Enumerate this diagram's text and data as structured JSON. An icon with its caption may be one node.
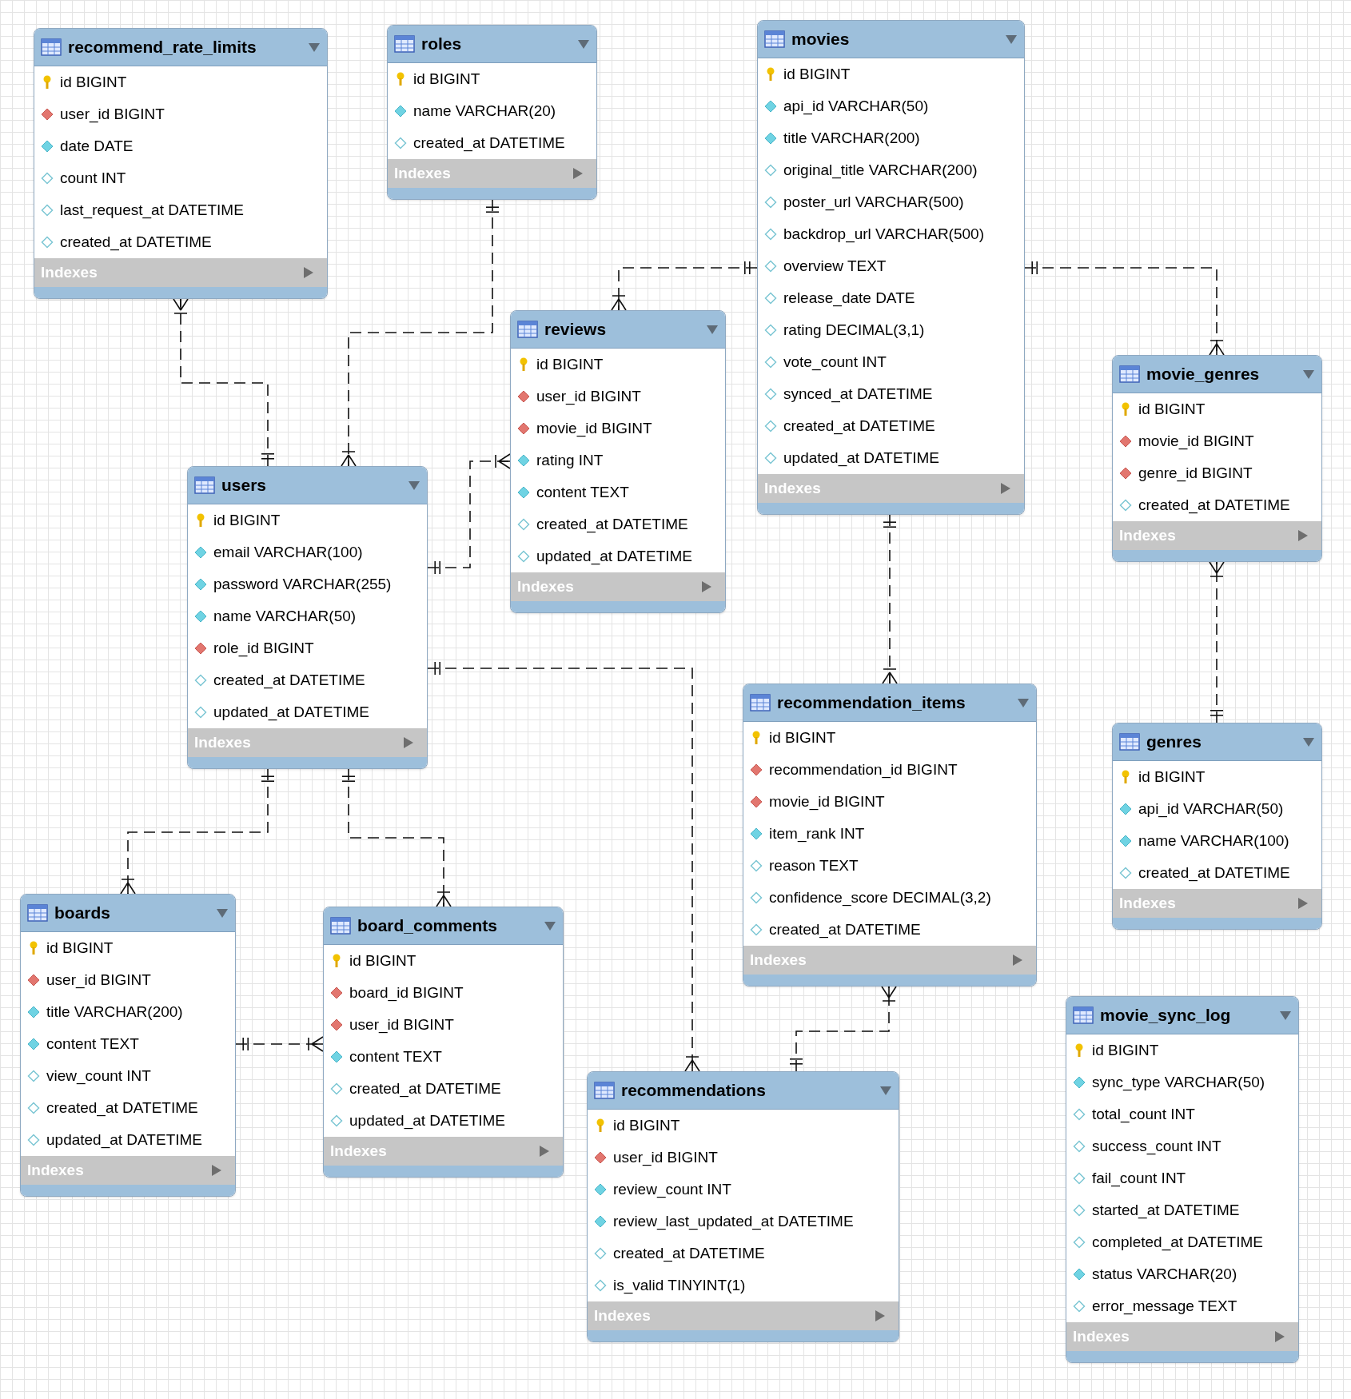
{
  "diagram": {
    "nodes": [
      {
        "text": [
          "recommend_rate_limits",
          "id BIGINT",
          "user_id BIGINT",
          "date DATE",
          "count INT",
          "last_request_at DATETIME",
          "created_at DATETIME",
          "Indexes"
        ]
      },
      {
        "text": [
          "roles",
          "id BIGINT",
          "name VARCHAR(20)",
          "created_at DATETIME",
          "Indexes"
        ]
      },
      {
        "text": [
          "movies",
          "id BIGINT",
          "api_id VARCHAR(50)",
          "title VARCHAR(200)",
          "original_title VARCHAR(200)",
          "poster_url VARCHAR(500)",
          "backdrop_url VARCHAR(500)",
          "overview TEXT",
          "release_date DATE",
          "rating DECIMAL(3,1)",
          "vote_count INT",
          "synced_at DATETIME",
          "created_at DATETIME",
          "updated_at DATETIME",
          "Indexes"
        ]
      },
      {
        "text": [
          "reviews",
          "id BIGINT",
          "user_id BIGINT",
          "movie_id BIGINT",
          "rating INT",
          "content TEXT",
          "created_at DATETIME",
          "updated_at DATETIME",
          "Indexes"
        ]
      },
      {
        "text": [
          "movie_genres",
          "id BIGINT",
          "movie_id BIGINT",
          "genre_id BIGINT",
          "created_at DATETIME",
          "Indexes"
        ]
      },
      {
        "text": [
          "users",
          "id BIGINT",
          "email VARCHAR(100)",
          "password VARCHAR(255)",
          "name VARCHAR(50)",
          "role_id BIGINT",
          "created_at DATETIME",
          "updated_at DATETIME",
          "Indexes"
        ]
      },
      {
        "text": [
          "recommendation_items",
          "id BIGINT",
          "recommendation_id BIGINT",
          "movie_id BIGINT",
          "item_rank INT",
          "reason TEXT",
          "confidence_score DECIMAL(3,2)",
          "created_at DATETIME",
          "Indexes"
        ]
      },
      {
        "text": [
          "genres",
          "id BIGINT",
          "api_id VARCHAR(50)",
          "name VARCHAR(100)",
          "created_at DATETIME",
          "Indexes"
        ]
      },
      {
        "text": [
          "boards",
          "id BIGINT",
          "user_id BIGINT",
          "title VARCHAR(200)",
          "content TEXT",
          "view_count INT",
          "created_at DATETIME",
          "updated_at DATETIME",
          "Indexes"
        ]
      },
      {
        "text": [
          "board_comments",
          "id BIGINT",
          "board_id BIGINT",
          "user_id BIGINT",
          "content TEXT",
          "created_at DATETIME",
          "updated_at DATETIME",
          "Indexes"
        ]
      },
      {
        "text": [
          "recommendations",
          "id BIGINT",
          "user_id BIGINT",
          "review_count INT",
          "review_last_updated_at DATETIME",
          "created_at DATETIME",
          "is_valid TINYINT(1)",
          "Indexes"
        ]
      },
      {
        "text": [
          "movie_sync_log",
          "id BIGINT",
          "sync_type VARCHAR(50)",
          "total_count INT",
          "success_count INT",
          "fail_count INT",
          "started_at DATETIME",
          "completed_at DATETIME",
          "status VARCHAR(20)",
          "error_message TEXT",
          "Indexes"
        ]
      }
    ],
    "edges": [
      {
        "from": 5,
        "to": 0,
        "arrow": "other",
        "style": "dashed"
      },
      {
        "from": 1,
        "to": 5,
        "arrow": "other",
        "style": "dashed"
      },
      {
        "from": 2,
        "to": 3,
        "arrow": "other",
        "style": "dashed"
      },
      {
        "from": 5,
        "to": 3,
        "arrow": "other",
        "style": "dashed"
      },
      {
        "from": 2,
        "to": 4,
        "arrow": "other",
        "style": "dashed"
      },
      {
        "from": 7,
        "to": 4,
        "arrow": "other",
        "style": "dashed"
      },
      {
        "from": 2,
        "to": 6,
        "arrow": "other",
        "style": "dashed"
      },
      {
        "from": 5,
        "to": 10,
        "arrow": "other",
        "style": "dashed"
      },
      {
        "from": 10,
        "to": 6,
        "arrow": "other",
        "style": "dashed"
      },
      {
        "from": 5,
        "to": 8,
        "arrow": "other",
        "style": "dashed"
      },
      {
        "from": 5,
        "to": 9,
        "arrow": "other",
        "style": "dashed"
      },
      {
        "from": 8,
        "to": 9,
        "arrow": "other",
        "style": "dashed"
      }
    ]
  }
}
